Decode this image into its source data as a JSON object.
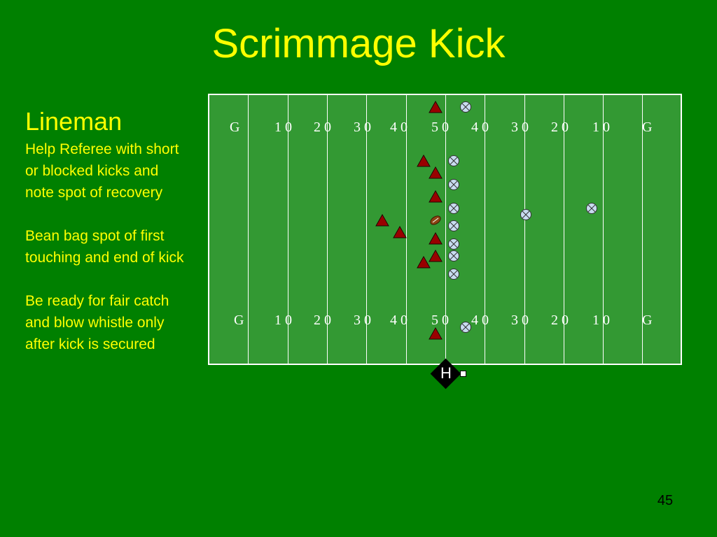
{
  "slide": {
    "title": "Scrimmage Kick",
    "number": "45"
  },
  "side_panel": {
    "heading": "Lineman",
    "paragraphs": [
      "Help Referee with short or blocked kicks and note spot of recovery",
      "Bean bag spot of first touching and end of kick",
      "Be ready for fair catch and blow whistle only after kick is secured"
    ]
  },
  "field": {
    "yard_labels_top": [
      "G",
      "1 0",
      "2 0",
      "3 0",
      "4 0",
      "5 0",
      "4 0",
      "3 0",
      "2 0",
      "1 0",
      "G"
    ],
    "yard_labels_bottom": [
      "G",
      "1 0",
      "2 0",
      "3 0",
      "4 0",
      "5 0",
      "4 0",
      "3 0",
      "2 0",
      "1 0",
      "G"
    ]
  },
  "referee_marker": {
    "letter": "H"
  },
  "colors": {
    "background": "#008000",
    "field": "#339933",
    "text_accent": "#ffff00",
    "kicking_team": "#990000",
    "receiving_team": "#c8dcf0"
  },
  "icons": {
    "kicking_player": "triangle-icon",
    "receiving_player": "circle-x-icon",
    "ball": "football-icon",
    "official": "diamond-icon"
  }
}
